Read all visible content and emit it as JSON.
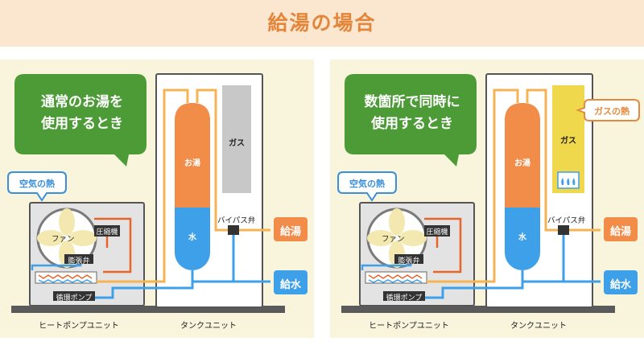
{
  "title": "給湯の場合",
  "panels": [
    {
      "bubble_line1": "通常のお湯を",
      "bubble_line2": "使用するとき",
      "air_heat": "空気の熱",
      "fan": "ファン",
      "compressor": "圧縮機",
      "expansion_valve": "膨張弁",
      "circulation_pump": "循環ポンプ",
      "hot_water_tank": "お湯",
      "water_tank": "水",
      "gas": "ガス",
      "bypass_valve": "バイパス弁",
      "hot_water_supply": "給湯",
      "water_supply": "給水",
      "heat_pump_unit": "ヒートポンプユニット",
      "tank_unit": "タンクユニット"
    },
    {
      "bubble_line1": "数箇所で同時に",
      "bubble_line2": "使用するとき",
      "air_heat": "空気の熱",
      "gas_heat": "ガスの熱",
      "fan": "ファン",
      "compressor": "圧縮機",
      "expansion_valve": "膨張弁",
      "circulation_pump": "循環ポンプ",
      "hot_water_tank": "お湯",
      "water_tank": "水",
      "gas": "ガス",
      "bypass_valve": "バイパス弁",
      "hot_water_supply": "給湯",
      "water_supply": "給水",
      "heat_pump_unit": "ヒートポンプユニット",
      "tank_unit": "タンクユニット"
    }
  ],
  "colors": {
    "header_bg": "#fbe6cf",
    "title": "#e3863a",
    "panel_bg": "#f9f5dc",
    "bubble_green": "#4c9b37",
    "hot_pipe": "#f5b354",
    "hot_water": "#f28c49",
    "cold_water": "#3fa0ea",
    "refrigerant_hot": "#e8652a",
    "gas_inactive": "#c8c8c8",
    "gas_active": "#f0d84c",
    "heat_pump_box": "#e3e3e3",
    "outline": "#555555"
  }
}
